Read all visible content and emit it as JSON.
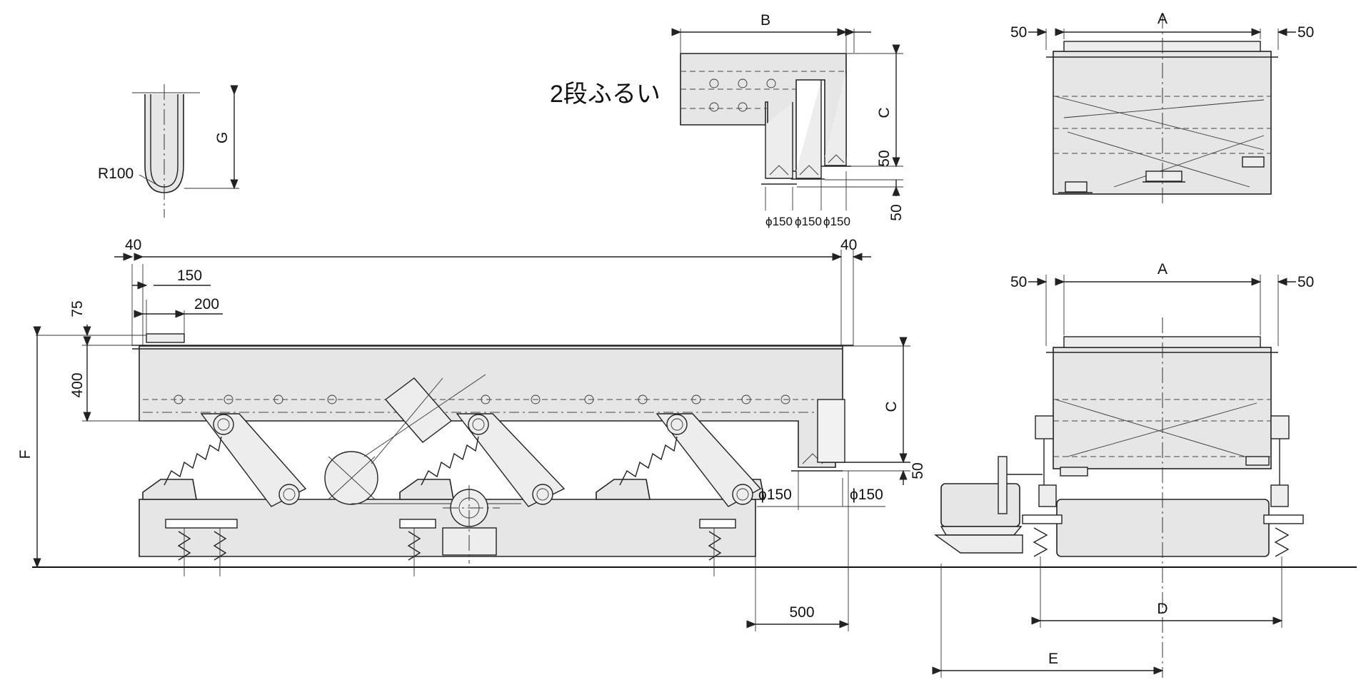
{
  "title": "2段ふるい",
  "dimensions": {
    "A": "A",
    "B": "B",
    "C": "C",
    "D": "D",
    "E": "E",
    "F": "F",
    "G": "G",
    "r100": "R100",
    "d40": "40",
    "d150": "150",
    "d200": "200",
    "d75": "75",
    "d400": "400",
    "d50": "50",
    "d500": "500",
    "phi150": "ϕ150"
  }
}
